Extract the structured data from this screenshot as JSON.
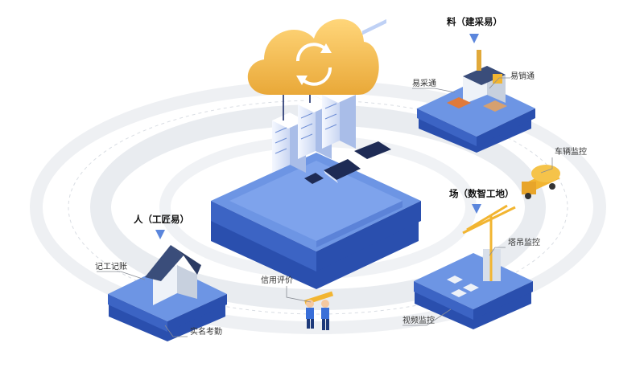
{
  "nodes": {
    "materials": {
      "title": "料（建采易）",
      "features": [
        "易采通",
        "易销通"
      ]
    },
    "site": {
      "title": "场（数智工地）",
      "features": [
        "车辆监控",
        "塔吊监控",
        "视频监控"
      ]
    },
    "people": {
      "title": "人（工匠易）",
      "features": [
        "记工记账",
        "实名考勤"
      ]
    },
    "credit": {
      "label": "信用评价"
    }
  },
  "colors": {
    "platform_top": "#5b86dc",
    "platform_side": "#2a4fae",
    "cloud": "#f2b94a",
    "ring": "#e8ebef",
    "accent_dark": "#1b2d6b",
    "crane": "#f2b531",
    "truck": "#f2b531"
  }
}
